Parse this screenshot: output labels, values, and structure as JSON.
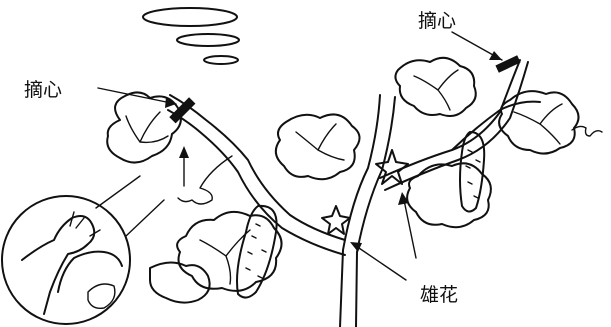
{
  "labels": {
    "pinch_left": "摘心",
    "pinch_right": "摘心",
    "male_flower": "雄花"
  }
}
